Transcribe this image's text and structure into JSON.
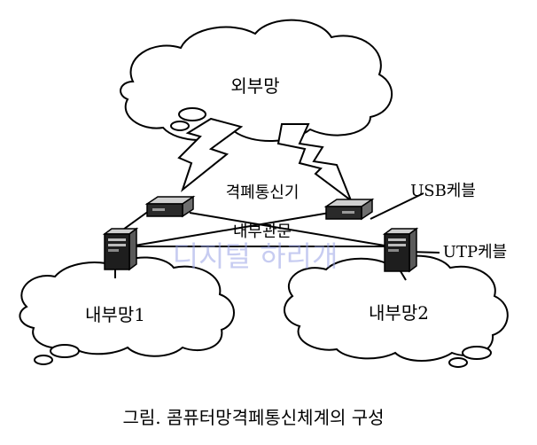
{
  "nodes": {
    "external_network": "외부망",
    "isolation_device": "격폐통신기",
    "internal_gateway": "내부관문",
    "internal_network_1": "내부망1",
    "internal_network_2": "내부망2"
  },
  "cables": {
    "usb": "USB케블",
    "utp": "UTP케블"
  },
  "watermark": "디지털 하리개",
  "caption": "그림. 콤퓨터망격페통신체계의 구성"
}
